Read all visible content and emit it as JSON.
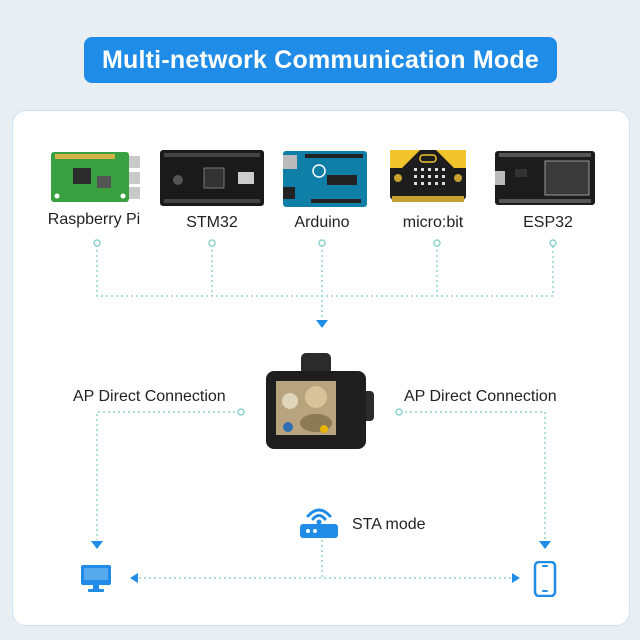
{
  "title": "Multi-network Communication Mode",
  "boards": [
    {
      "id": "raspberry-pi",
      "label": "Raspberry Pi"
    },
    {
      "id": "stm32",
      "label": "STM32"
    },
    {
      "id": "arduino",
      "label": "Arduino"
    },
    {
      "id": "microbit",
      "label": "micro:bit"
    },
    {
      "id": "esp32",
      "label": "ESP32"
    }
  ],
  "connections": {
    "left_label": "AP Direct Connection",
    "right_label": "AP Direct Connection",
    "sta_label": "STA mode"
  },
  "icons": {
    "router": "router-icon",
    "computer": "monitor-icon",
    "phone": "phone-icon",
    "camera": "camera-device"
  },
  "colors": {
    "accent": "#1f8de8",
    "line": "#8fd3cc",
    "arrow": "#1f8de8"
  }
}
